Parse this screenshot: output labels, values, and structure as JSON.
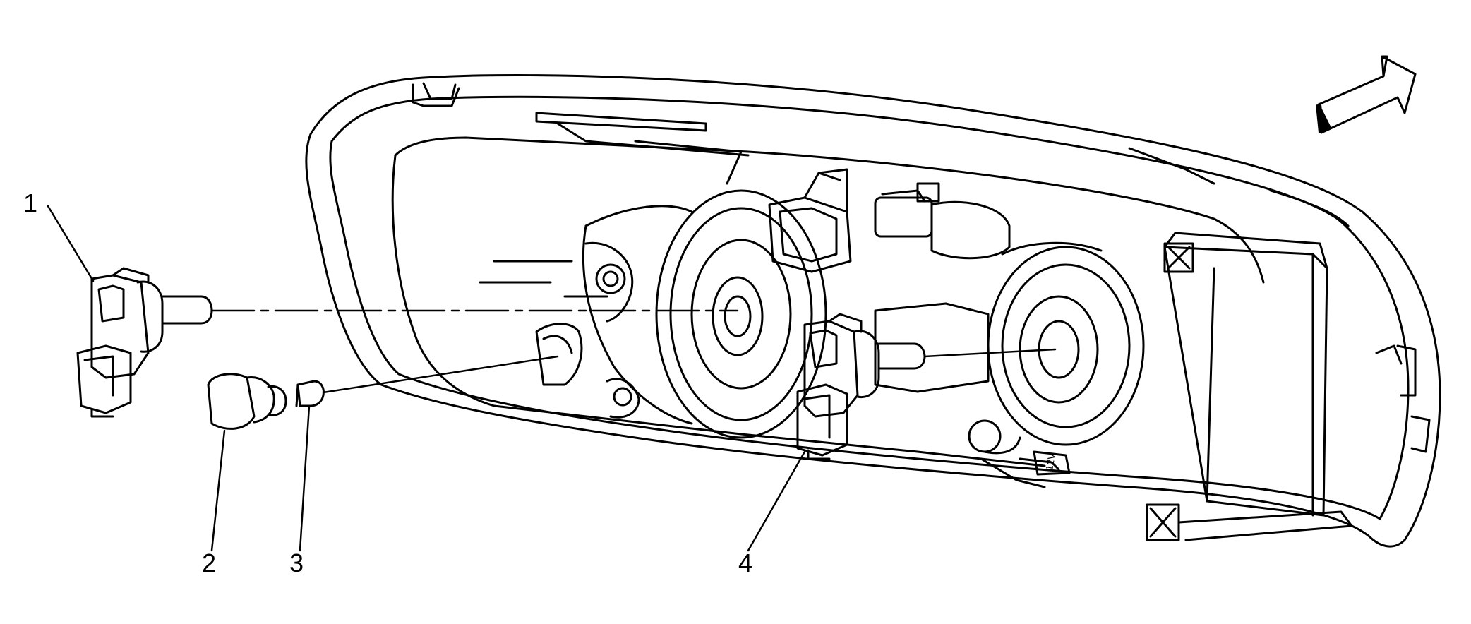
{
  "diagram": {
    "callouts": [
      {
        "id": "1",
        "label": "1"
      },
      {
        "id": "2",
        "label": "2"
      },
      {
        "id": "3",
        "label": "3"
      },
      {
        "id": "4",
        "label": "4"
      }
    ],
    "socket_marking": "12V",
    "icons": [
      "direction-arrow-icon"
    ],
    "colors": {
      "line": "#000000",
      "background": "#ffffff"
    }
  }
}
